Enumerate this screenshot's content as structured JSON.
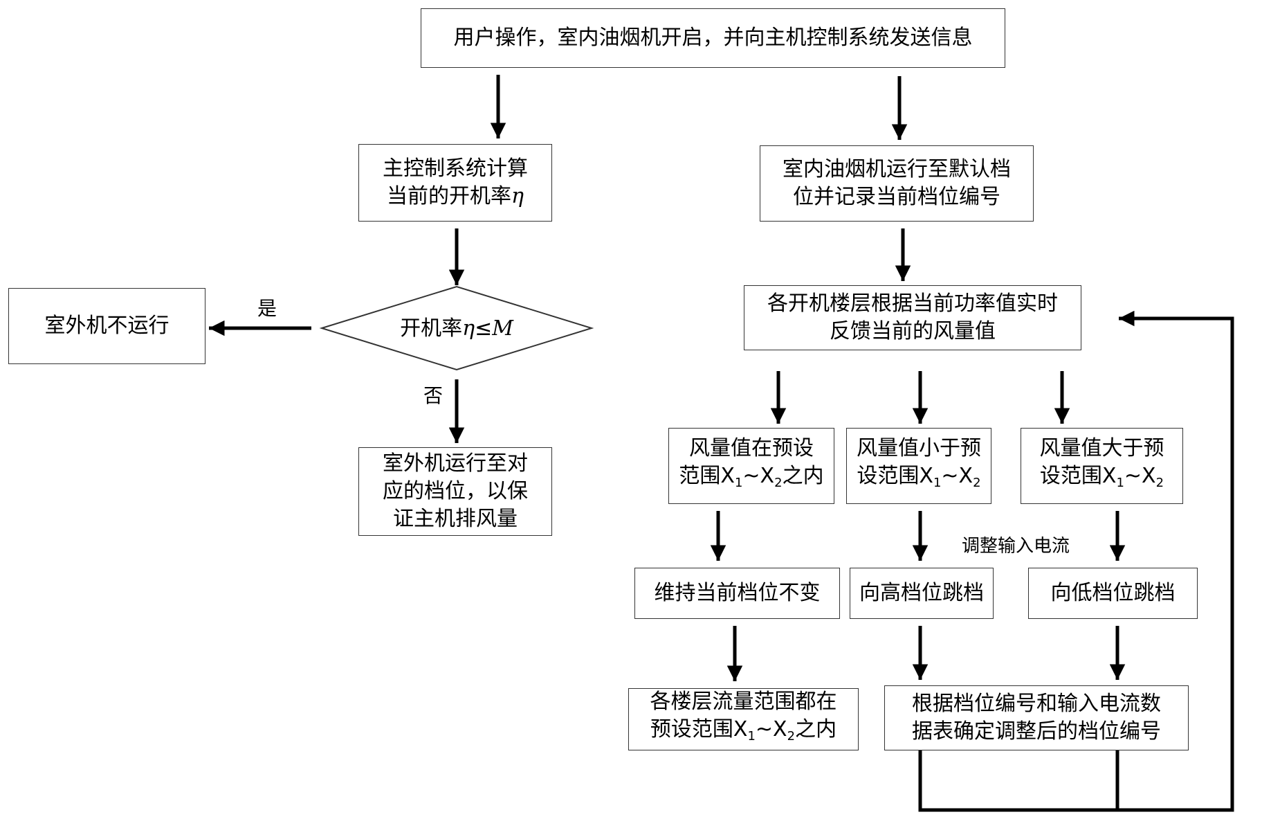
{
  "nodes": {
    "start": "用户操作，室内油烟机开启，并向主机控制系统发送信息",
    "calc": {
      "line1": "主控制系统计算",
      "line2_prefix": "当前的开机率",
      "eta": "η"
    },
    "decision": {
      "prefix": "开机率",
      "eta": "η",
      "op": "≤",
      "m": "M"
    },
    "outdoor_off": "室外机不运行",
    "outdoor_run": {
      "line1": "室外机运行至对",
      "line2": "应的档位，以保",
      "line3": "证主机排风量"
    },
    "hood_default": {
      "line1": "室内油烟机运行至默认档",
      "line2": "位并记录当前档位编号"
    },
    "feedback": {
      "line1": "各开机楼层根据当前功率值实时",
      "line2": "反馈当前的风量值"
    },
    "within": {
      "line1": "风量值在预设",
      "line2_prefix": "范围X",
      "sub1": "1",
      "tilde": "~X",
      "sub2": "2",
      "line2_suffix": "之内"
    },
    "less": {
      "line1": "风量值小于预",
      "line2_prefix": "设范围X",
      "sub1": "1",
      "tilde": "~X",
      "sub2": "2"
    },
    "greater": {
      "line1": "风量值大于预",
      "line2_prefix": "设范围X",
      "sub1": "1",
      "tilde": "~X",
      "sub2": "2"
    },
    "maintain": "维持当前档位不变",
    "jump_high": "向高档位跳档",
    "jump_low": "向低档位跳档",
    "all_within": {
      "line1": "各楼层流量范围都在",
      "line2_prefix": "预设范围X",
      "sub1": "1",
      "tilde": "~X",
      "sub2": "2",
      "line2_suffix": "之内"
    },
    "determine": {
      "line1": "根据档位编号和输入电流数",
      "line2": "据表确定调整后的档位编号"
    }
  },
  "labels": {
    "yes": "是",
    "no": "否",
    "adjust_current": "调整输入电流"
  }
}
